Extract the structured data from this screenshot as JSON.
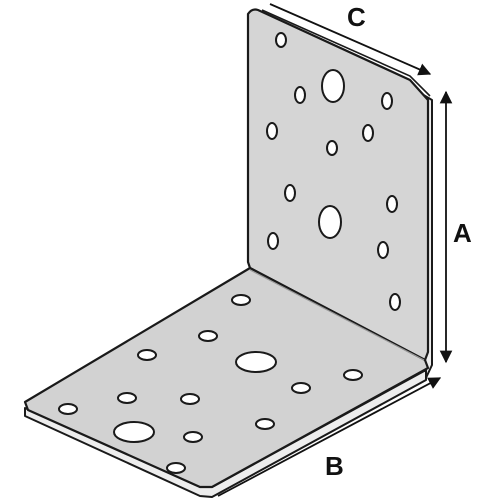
{
  "dimensions": {
    "a_label": "A",
    "b_label": "B",
    "c_label": "C"
  },
  "colors": {
    "plate_face": "#d4d4d4",
    "plate_front": "#c9c9c9",
    "plate_edge": "#f2f2f2",
    "outline": "#1a1a1a",
    "hole": "#ffffff",
    "hole_shadow": "#8a8a8a"
  }
}
